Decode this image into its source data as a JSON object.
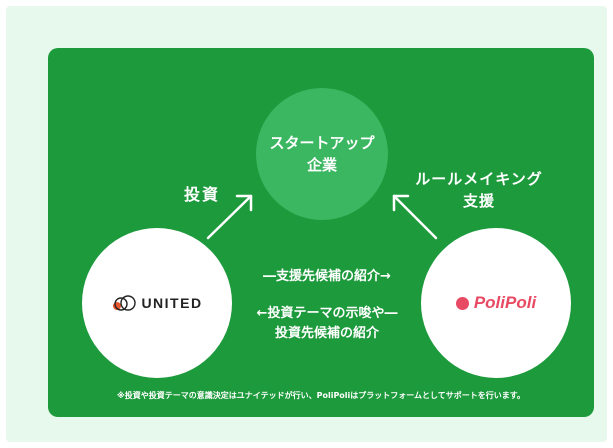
{
  "top_node": {
    "line1": "スタートアップ",
    "line2": "企業"
  },
  "left_node": {
    "logo_text": "UNITED"
  },
  "right_node": {
    "logo_text": "PoliPoli"
  },
  "labels": {
    "invest": "投資",
    "rule_line1": "ルールメイキング",
    "rule_line2": "支援",
    "mid_right": "―支援先候補の紹介→",
    "mid_left_line1": "←投資テーマの示唆や―",
    "mid_left_line2": "投資先候補の紹介"
  },
  "footnote": "※投資や投資テーマの意識決定はユナイテッドが行い、PoliPoliはプラットフォームとしてサポートを行います。",
  "colors": {
    "panel": "#1d9a3c",
    "outer": "#e7f9ec",
    "top_circle": "#3ab760",
    "polipoli_accent": "#e94a63",
    "united_accent": "#e8572d"
  }
}
